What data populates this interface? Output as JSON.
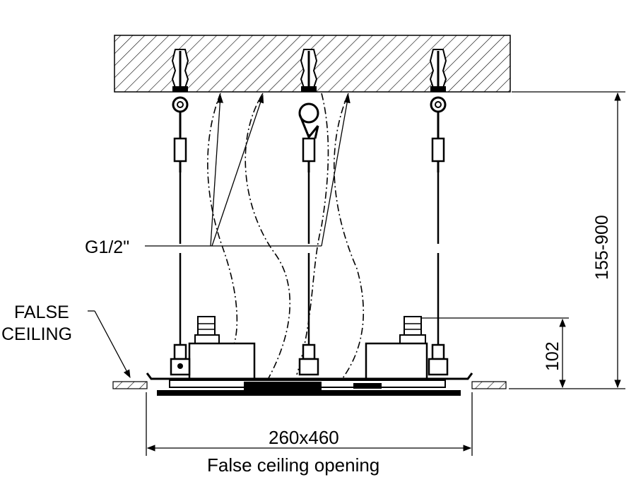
{
  "labels": {
    "false_ceiling_line1": "FALSE",
    "false_ceiling_line2": "CEILING",
    "pipe_thread": "G1/2\"",
    "height_range": "155-900",
    "body_height": "102",
    "opening_size": "260x460",
    "opening_caption": "False ceiling opening"
  }
}
